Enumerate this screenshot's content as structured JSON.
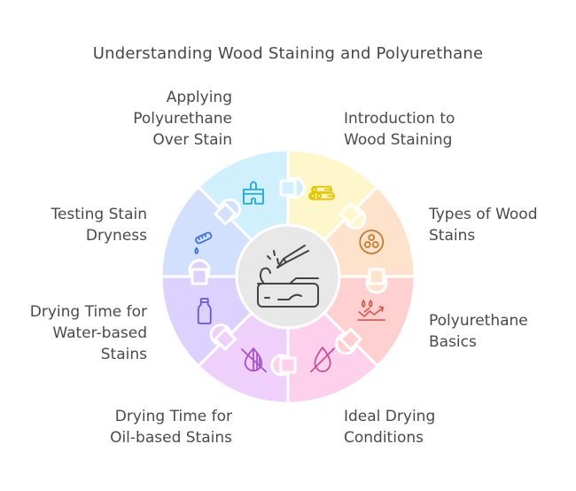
{
  "title": "Understanding Wood Staining and Polyurethane",
  "center": {
    "icon": "wood-carving-icon",
    "fill": "#e8e8e8",
    "stroke": "#444444"
  },
  "segments": [
    {
      "id": "intro",
      "label_lines": [
        "Introduction to",
        "Wood Staining"
      ],
      "icon": "logs-icon",
      "fill": "#fff7cc",
      "icon_color": "#e6c600"
    },
    {
      "id": "types",
      "label_lines": [
        "Types of Wood",
        "Stains"
      ],
      "icon": "stain-colors-icon",
      "fill": "#fde3cc",
      "icon_color": "#c77a2e"
    },
    {
      "id": "poly",
      "label_lines": [
        "Polyurethane",
        "Basics"
      ],
      "icon": "protective-coat-icon",
      "fill": "#ffd0d0",
      "icon_color": "#d9544f"
    },
    {
      "id": "ideal",
      "label_lines": [
        "Ideal Drying",
        "Conditions"
      ],
      "icon": "no-drop-icon",
      "fill": "#fdd0ec",
      "icon_color": "#c94f9e"
    },
    {
      "id": "oil",
      "label_lines": [
        "Drying Time for",
        "Oil-based Stains"
      ],
      "icon": "no-oil-icon",
      "fill": "#efd0fb",
      "icon_color": "#a94fcf"
    },
    {
      "id": "water",
      "label_lines": [
        "Drying Time for",
        "Water-based",
        "Stains"
      ],
      "icon": "bottle-icon",
      "fill": "#dcd2fd",
      "icon_color": "#6a55d8"
    },
    {
      "id": "testing",
      "label_lines": [
        "Testing Stain",
        "Dryness"
      ],
      "icon": "test-tube-drop-icon",
      "fill": "#d2e0fd",
      "icon_color": "#3f73d9"
    },
    {
      "id": "applying",
      "label_lines": [
        "Applying",
        "Polyurethane",
        "Over Stain"
      ],
      "icon": "paint-brush-icon",
      "fill": "#d0f0fd",
      "icon_color": "#1fa8d9"
    }
  ]
}
